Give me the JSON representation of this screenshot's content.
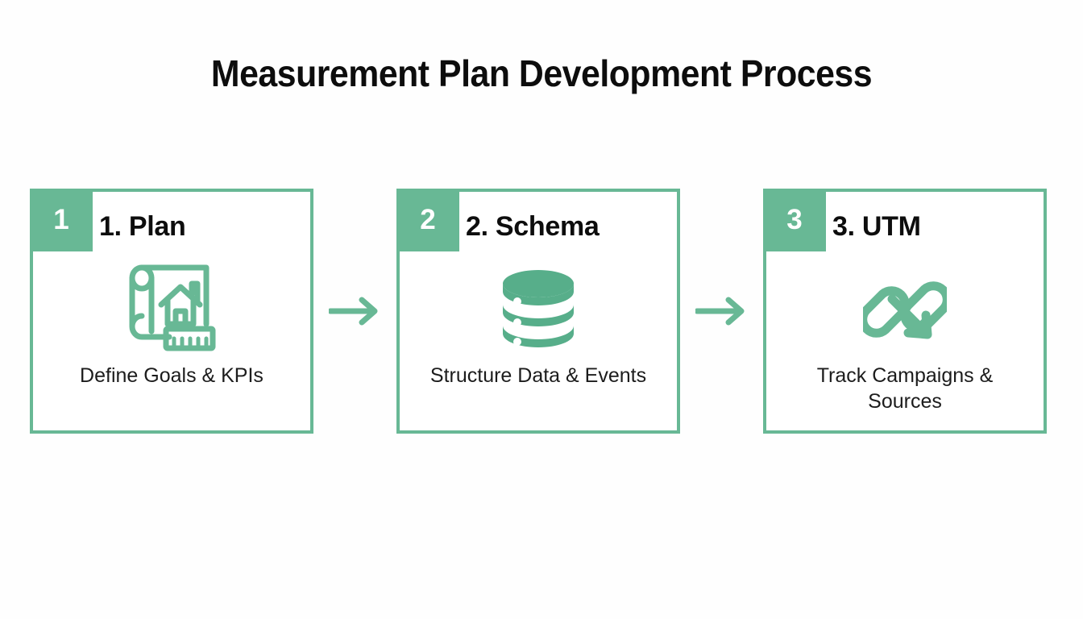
{
  "page": {
    "title": "Measurement Plan Development Process",
    "background_color": "#fefefe",
    "accent_color": "#68b895",
    "text_color": "#0d0d0d"
  },
  "flow": {
    "connector_icon": "arrow-right-icon",
    "steps": [
      {
        "badge": "1",
        "title": "1. Plan",
        "caption": "Define Goals & KPIs",
        "icon": "blueprint-icon"
      },
      {
        "badge": "2",
        "title": "2. Schema",
        "caption": "Structure Data & Events",
        "icon": "database-icon"
      },
      {
        "badge": "3",
        "title": "3. UTM",
        "caption": "Track Campaigns & Sources",
        "icon": "link-arrow-icon"
      }
    ]
  }
}
